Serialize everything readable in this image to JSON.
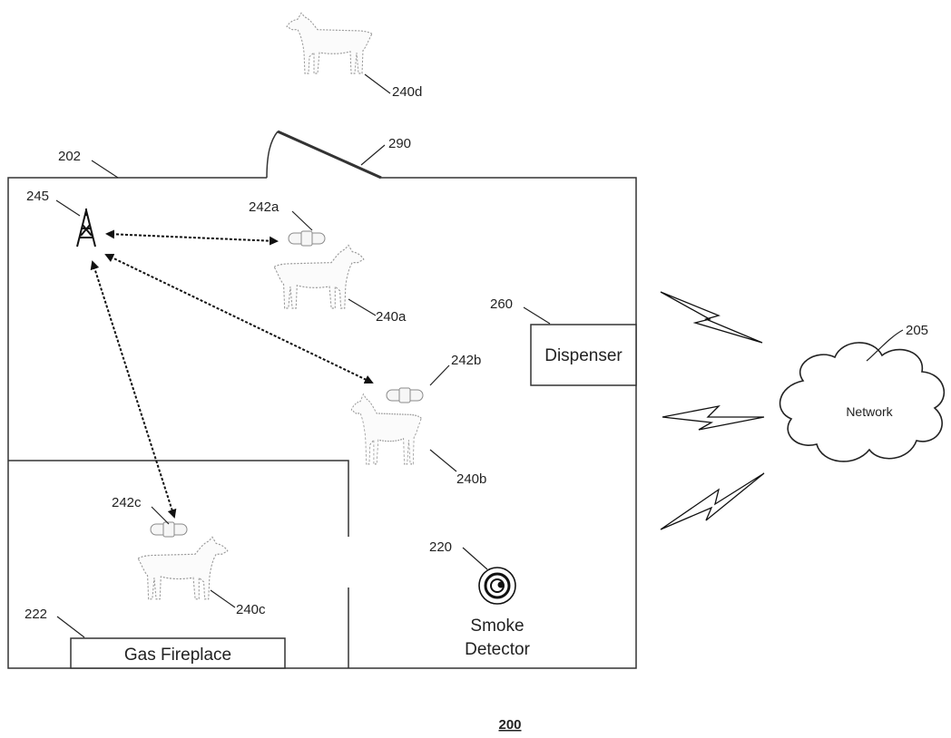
{
  "labels": {
    "house": "202",
    "network_ref": "205",
    "smoke_ref": "220",
    "fireplace_ref": "222",
    "pet_a": "240a",
    "pet_b": "240b",
    "pet_c": "240c",
    "pet_d": "240d",
    "collar_a": "242a",
    "collar_b": "242b",
    "collar_c": "242c",
    "antenna_ref": "245",
    "dispenser_ref": "260",
    "door_ref": "290",
    "figure": "200"
  },
  "components": {
    "dispenser": "Dispenser",
    "network": "Network",
    "fireplace": "Gas Fireplace",
    "smoke_line1": "Smoke",
    "smoke_line2": "Detector"
  },
  "icons": {
    "antenna": "antenna-tower-icon",
    "dog": "dog-silhouette-icon",
    "collar": "collar-icon",
    "network": "cloud-icon",
    "wireless": "lightning-bolt-icon",
    "smoke_detector": "smoke-detector-icon"
  }
}
